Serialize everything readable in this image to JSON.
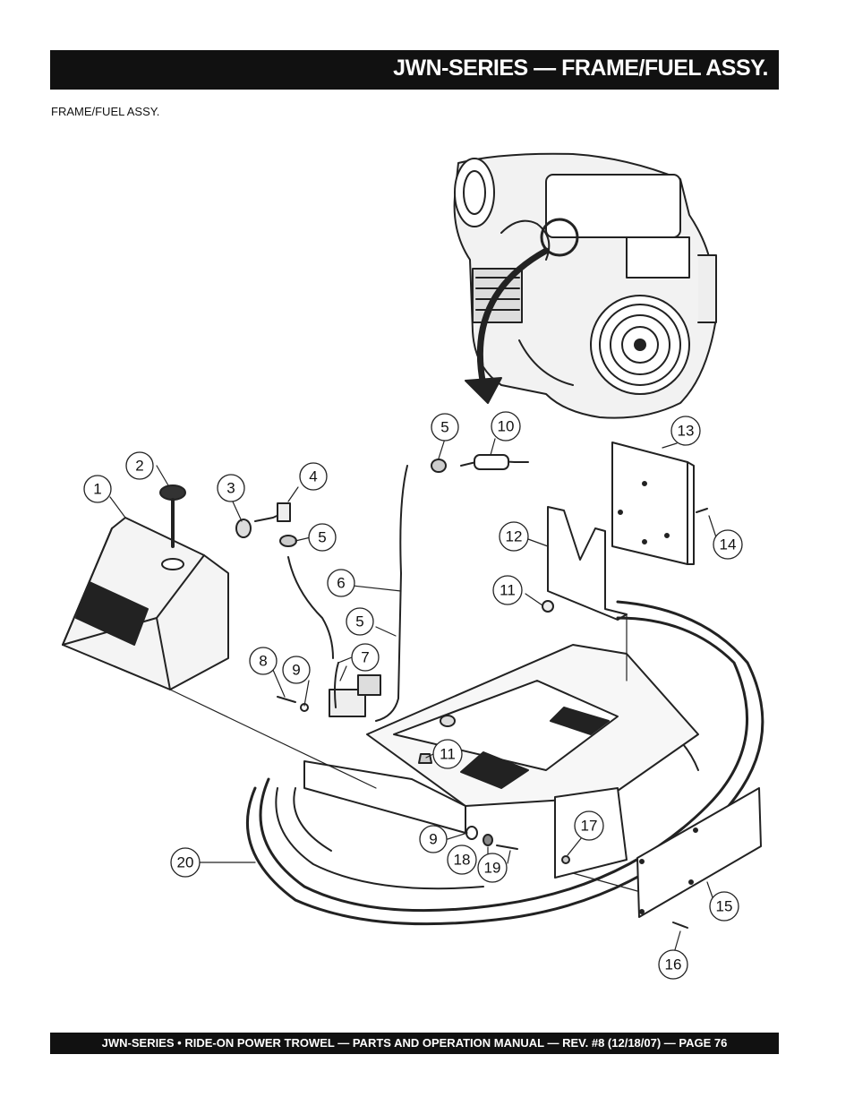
{
  "header": {
    "title": "JWN-SERIES — FRAME/FUEL ASSY."
  },
  "subtitle": "FRAME/FUEL ASSY.",
  "callouts": [
    "1",
    "2",
    "3",
    "4",
    "5",
    "5",
    "5",
    "6",
    "7",
    "8",
    "9",
    "9",
    "10",
    "11",
    "11",
    "12",
    "13",
    "14",
    "15",
    "16",
    "17",
    "18",
    "19",
    "20"
  ],
  "footer": {
    "text": "JWN-SERIES  • RIDE-ON POWER TROWEL — PARTS AND OPERATION MANUAL — REV. #8 (12/18/07) — PAGE 76"
  }
}
